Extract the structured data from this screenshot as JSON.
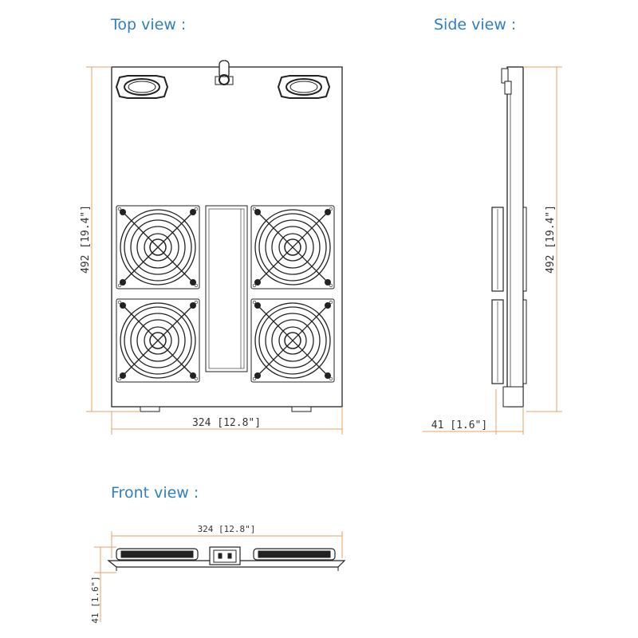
{
  "titles": {
    "top": "Top view :",
    "side": "Side view :",
    "front": "Front view :"
  },
  "dimensions": {
    "top_height": "492 [19.4\"]",
    "top_width": "324 [12.8\"]",
    "side_height": "492 [19.4\"]",
    "side_depth": "41 [1.6\"]",
    "front_width": "324 [12.8\"]",
    "front_depth": "41 [1.6\"]"
  },
  "colors": {
    "title": "#2f7fc1",
    "dimension_line": "#e8a060",
    "drawing": "#222222"
  }
}
